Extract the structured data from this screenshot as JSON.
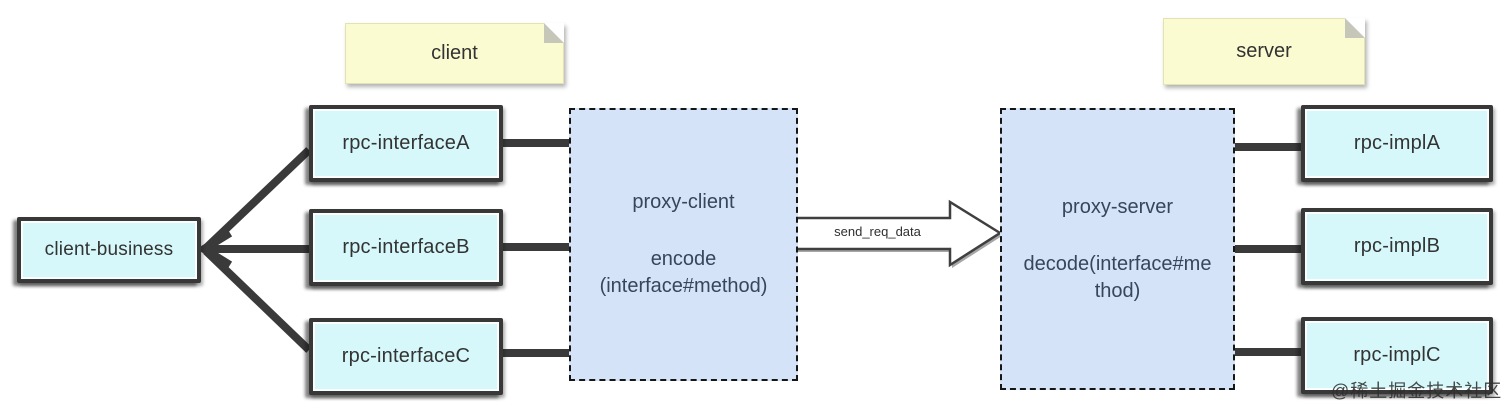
{
  "diagram": {
    "sticky_client": "client",
    "sticky_server": "server",
    "client_business": "client-business",
    "interfaces": [
      "rpc-interfaceA",
      "rpc-interfaceB",
      "rpc-interfaceC"
    ],
    "proxy_client": {
      "title": "proxy-client",
      "body": "encode (interface#method)"
    },
    "proxy_server": {
      "title": "proxy-server",
      "body": "decode(interface#method)"
    },
    "impls": [
      "rpc-implA",
      "rpc-implB",
      "rpc-implC"
    ],
    "arrow_label": "send_req_data",
    "watermark": "@稀土掘金技术社区",
    "colors": {
      "node_fill": "#d6f8fa",
      "proxy_fill": "#d4e3f8",
      "sticky_fill": "#fbfbd1",
      "connector": "#3a3a3a",
      "text": "#333333"
    }
  }
}
